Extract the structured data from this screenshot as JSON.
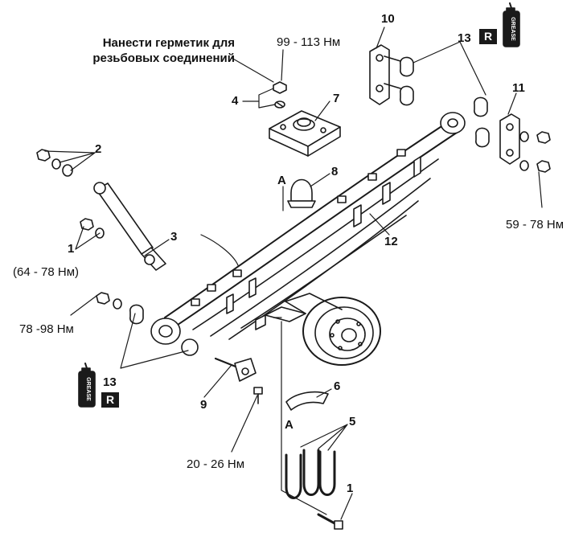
{
  "note": {
    "line1": "Нанести герметик для",
    "line2": "резьбовых соединений"
  },
  "callouts": {
    "c1_top": "1",
    "c1_bottom": "1",
    "c2": "2",
    "c3": "3",
    "c4": "4",
    "c5": "5",
    "c6": "6",
    "c7": "7",
    "c8": "8",
    "c9": "9",
    "c10": "10",
    "c11": "11",
    "c12": "12",
    "c13_top": "13",
    "c13_bottom": "13",
    "a_top": "A",
    "a_bottom": "A"
  },
  "torques": {
    "t_99_113": "99 - 113 Нм",
    "t_64_78": "(64 - 78 Нм)",
    "t_78_98": "78 -98 Нм",
    "t_59_78": "59 - 78 Нм",
    "t_20_26": "20 - 26 Нм"
  },
  "badges": {
    "r_top": "R",
    "r_bottom": "R"
  },
  "icons": {
    "grease_can_label": "GREASE",
    "stroke_color": "#1a1a1a",
    "fill_color": "#ffffff"
  }
}
